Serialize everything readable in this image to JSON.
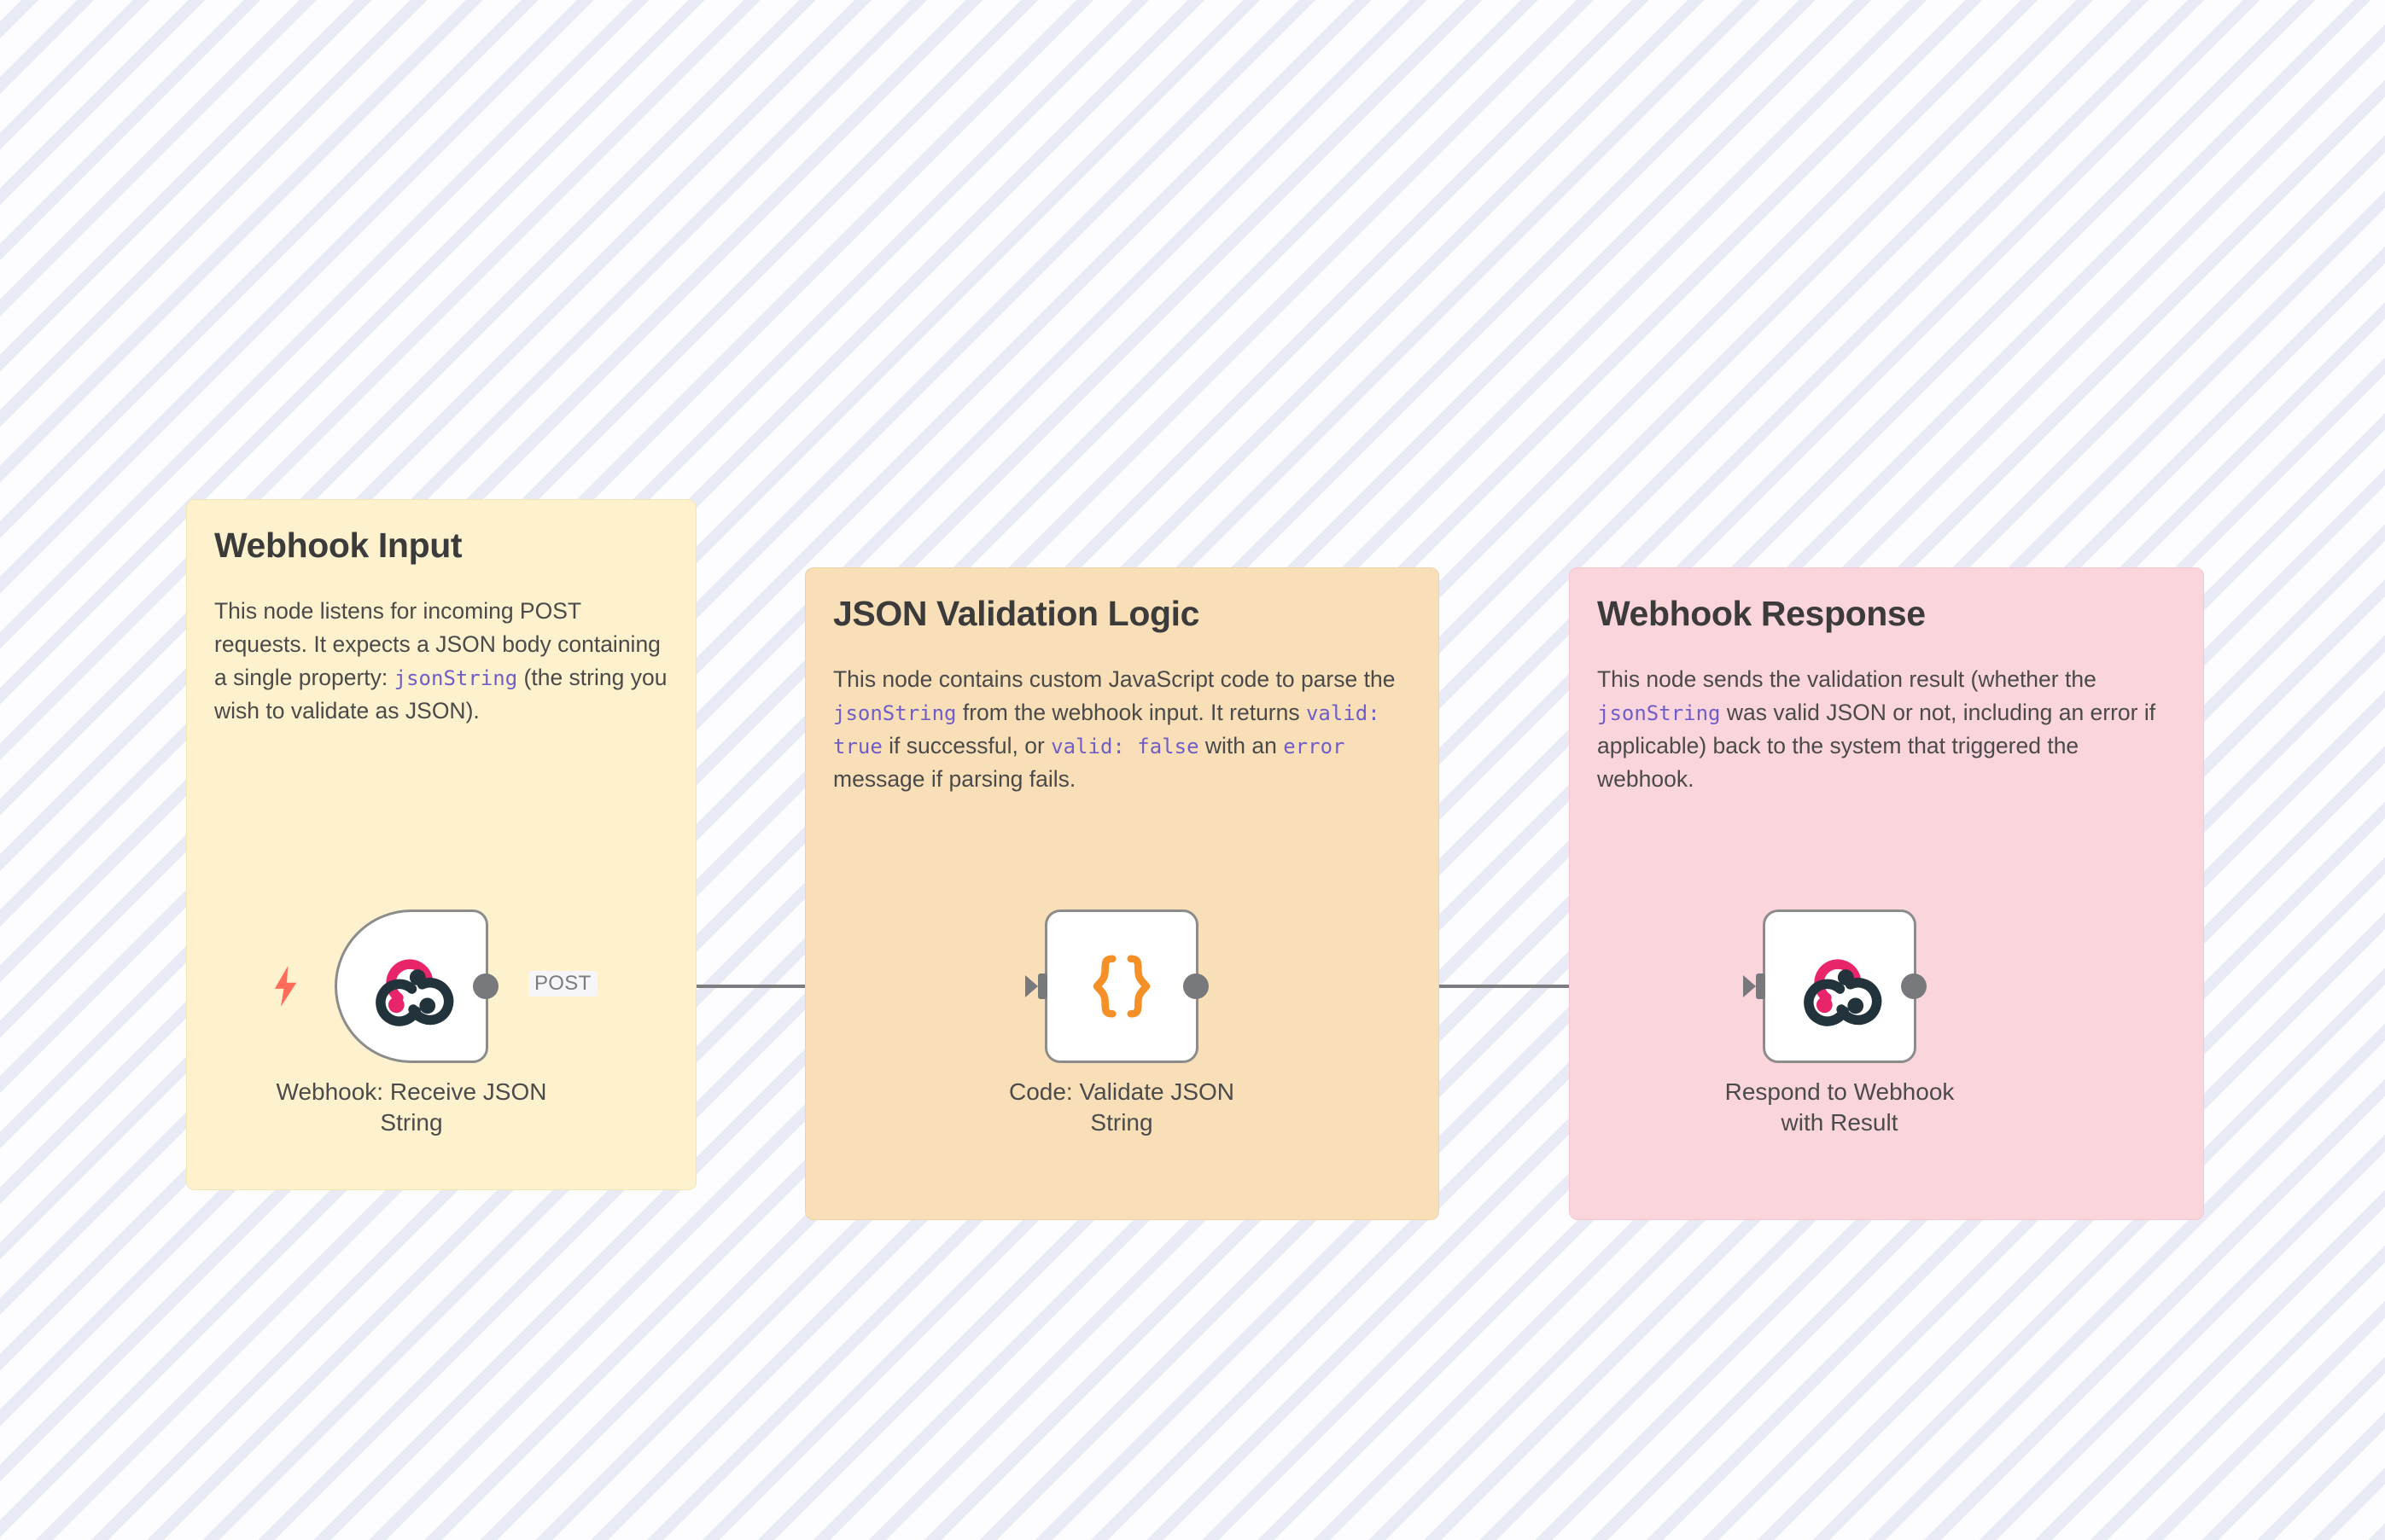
{
  "canvas": {
    "background_color": "#fbfbfe",
    "stripe_color": "#e8eaf6"
  },
  "notes": [
    {
      "id": "webhook-input",
      "title": "Webhook Input",
      "color": "#fdf2cd",
      "body_segments": [
        {
          "type": "text",
          "value": "This node listens for incoming POST requests. It expects a JSON body containing a single property: "
        },
        {
          "type": "code",
          "value": "jsonString"
        },
        {
          "type": "text",
          "value": " (the string you wish to validate as JSON)."
        }
      ]
    },
    {
      "id": "validation-logic",
      "title": "JSON Validation Logic",
      "color": "#f8dfb8",
      "body_segments": [
        {
          "type": "text",
          "value": "This node contains custom JavaScript code to parse the "
        },
        {
          "type": "code",
          "value": "jsonString"
        },
        {
          "type": "text",
          "value": " from the webhook input. It returns "
        },
        {
          "type": "code",
          "value": "valid: true"
        },
        {
          "type": "text",
          "value": " if successful, or "
        },
        {
          "type": "code",
          "value": "valid: false"
        },
        {
          "type": "text",
          "value": " with an "
        },
        {
          "type": "code",
          "value": "error"
        },
        {
          "type": "text",
          "value": " message if parsing fails."
        }
      ]
    },
    {
      "id": "webhook-response",
      "title": "Webhook Response",
      "color": "#fbd5dc",
      "body_segments": [
        {
          "type": "text",
          "value": "This node sends the validation result (whether the "
        },
        {
          "type": "code",
          "value": "jsonString"
        },
        {
          "type": "text",
          "value": " was valid JSON or not, including an error if applicable) back to the system that triggered the webhook."
        }
      ]
    }
  ],
  "nodes": [
    {
      "id": "webhook-receive",
      "label": "Webhook: Receive JSON String",
      "icon": "webhook-icon",
      "kind": "trigger",
      "has_bolt": true,
      "output_label": "POST"
    },
    {
      "id": "code-validate",
      "label": "Code: Validate JSON String",
      "icon": "curly-braces-icon",
      "kind": "action",
      "has_bolt": false,
      "output_label": ""
    },
    {
      "id": "respond-webhook",
      "label": "Respond to Webhook with Result",
      "icon": "webhook-icon",
      "kind": "action",
      "has_bolt": false,
      "output_label": ""
    }
  ],
  "connections": [
    {
      "from": "webhook-receive",
      "to": "code-validate",
      "label": "POST"
    },
    {
      "from": "code-validate",
      "to": "respond-webhook",
      "label": ""
    }
  ],
  "colors": {
    "wire": "#7d7d81",
    "endpoint": "#78797c",
    "node_border": "#8c8c8c",
    "code_text": "#6f5ec9",
    "title_text": "#3b3b3b",
    "body_text": "#4a4a4a",
    "bolt": "#ff6d5a",
    "braces": "#f59026",
    "webhook_pink": "#e8246a",
    "webhook_dark": "#22333b"
  }
}
